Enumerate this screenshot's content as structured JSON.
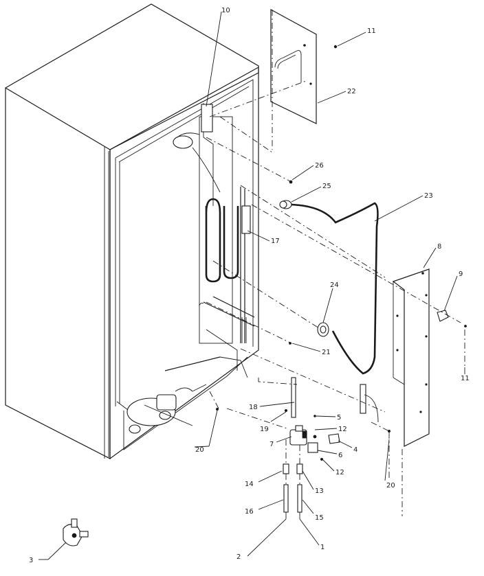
{
  "callouts": [
    {
      "id": "10",
      "label": "10"
    },
    {
      "id": "11a",
      "label": "11"
    },
    {
      "id": "22",
      "label": "22"
    },
    {
      "id": "26",
      "label": "26"
    },
    {
      "id": "25",
      "label": "25"
    },
    {
      "id": "23",
      "label": "23"
    },
    {
      "id": "17",
      "label": "17"
    },
    {
      "id": "8",
      "label": "8"
    },
    {
      "id": "9",
      "label": "9"
    },
    {
      "id": "24",
      "label": "24"
    },
    {
      "id": "21",
      "label": "21"
    },
    {
      "id": "11b",
      "label": "11"
    },
    {
      "id": "18",
      "label": "18"
    },
    {
      "id": "19",
      "label": "19"
    },
    {
      "id": "5",
      "label": "5"
    },
    {
      "id": "12a",
      "label": "12"
    },
    {
      "id": "7",
      "label": "7"
    },
    {
      "id": "4",
      "label": "4"
    },
    {
      "id": "6",
      "label": "6"
    },
    {
      "id": "12b",
      "label": "12"
    },
    {
      "id": "20a",
      "label": "20"
    },
    {
      "id": "20b",
      "label": "20"
    },
    {
      "id": "14",
      "label": "14"
    },
    {
      "id": "13",
      "label": "13"
    },
    {
      "id": "16",
      "label": "16"
    },
    {
      "id": "15",
      "label": "15"
    },
    {
      "id": "2",
      "label": "2"
    },
    {
      "id": "1",
      "label": "1"
    },
    {
      "id": "3",
      "label": "3"
    }
  ]
}
